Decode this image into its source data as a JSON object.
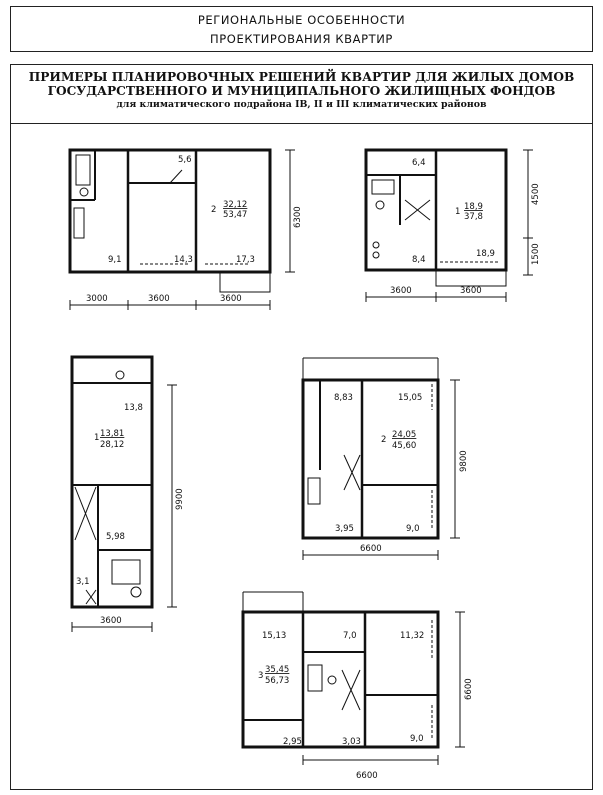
{
  "header": {
    "line1": "РЕГИОНАЛЬНЫЕ ОСОБЕННОСТИ",
    "line2": "ПРОЕКТИРОВАНИЯ КВАРТИР"
  },
  "title": {
    "line1": "ПРИМЕРЫ ПЛАНИРОВОЧНЫХ РЕШЕНИЙ КВАРТИР ДЛЯ ЖИЛЫХ ДОМОВ",
    "line2": "ГОСУДАРСТВЕННОГО И МУНИЦИПАЛЬНОГО ЖИЛИЩНЫХ ФОНДОВ",
    "line3": "для климатического подрайона IВ, II и III климатических районов"
  },
  "plan1": {
    "rooms": [
      "5,6",
      "9,1",
      "14,3",
      "17,3"
    ],
    "count": "2",
    "area_living": "32,12",
    "area_total": "53,47",
    "dims_h": [
      "3000",
      "3600",
      "3600"
    ],
    "dims_v": [
      "6300"
    ]
  },
  "plan2": {
    "rooms": [
      "6,4",
      "8,4",
      "18,9"
    ],
    "count": "1",
    "area_living": "18,9",
    "area_total": "37,8",
    "dims_h": [
      "3600",
      "3600"
    ],
    "dims_v": [
      "4500",
      "1500"
    ]
  },
  "plan3": {
    "rooms": [
      "13,8",
      "5,98",
      "3,1"
    ],
    "count": "1",
    "area_living": "13,81",
    "area_total": "28,12",
    "dims_h": [
      "3600"
    ],
    "dims_v": [
      "9900"
    ]
  },
  "plan4": {
    "rooms": [
      "8,83",
      "15,05",
      "3,95",
      "9,0"
    ],
    "count": "2",
    "area_living": "24,05",
    "area_total": "45,60",
    "dims_h": [
      "6600"
    ],
    "dims_v": [
      "9800"
    ]
  },
  "plan5": {
    "rooms": [
      "15,13",
      "7,0",
      "11,32",
      "2,95",
      "3,03",
      "9,0"
    ],
    "count": "3",
    "area_living": "35,45",
    "area_total": "56,73",
    "dims_h": [
      "6600"
    ],
    "dims_v": [
      "6600"
    ]
  }
}
